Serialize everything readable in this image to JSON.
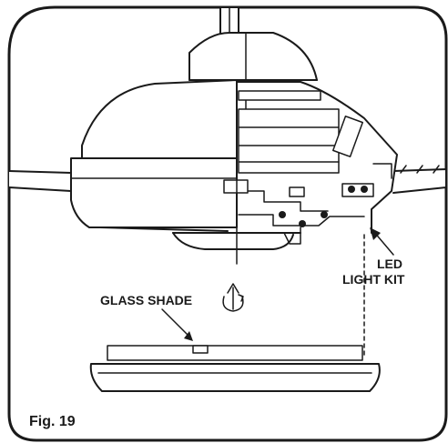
{
  "figure": {
    "fig_label": "Fig. 19",
    "labels": {
      "led": "LED",
      "light_kit": "LIGHT KIT",
      "glass_shade": "GLASS SHADE"
    },
    "colors": {
      "line": "#1a1a1a",
      "fill": "#ffffff",
      "shade": "#e8e8e8"
    },
    "icons": [
      "rotation-arrow-icon",
      "leader-arrow-icon"
    ]
  }
}
